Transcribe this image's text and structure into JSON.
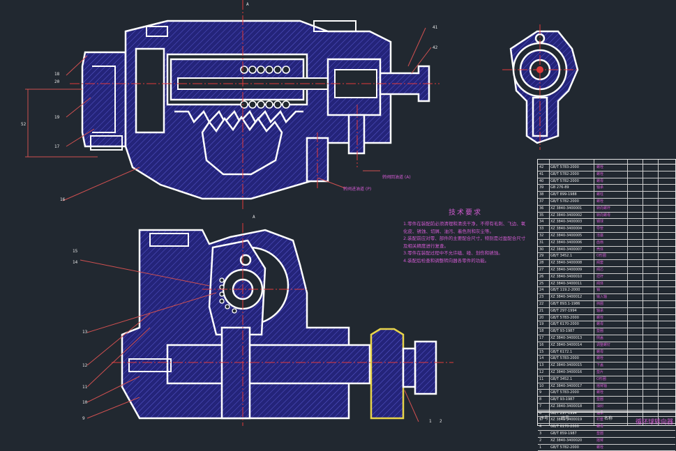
{
  "drawing": {
    "view_marks": [
      "A",
      "A"
    ],
    "labels_left": [
      "18",
      "20",
      "19",
      "17",
      "16",
      "15",
      "14",
      "13",
      "12",
      "11",
      "10",
      "9"
    ],
    "labels_right": [
      "41",
      "42"
    ],
    "labels_bottom": [
      "1",
      "2"
    ],
    "annotations": [
      "转阀回油道 (A)",
      "转阀进油道 (P)"
    ],
    "dimension_label": "52"
  },
  "tech": {
    "title": "技术要求",
    "notes": [
      "1.零件在装配前必须清理和清洗干净，不得有毛刺、飞边、氧化皮、锈蚀、切屑、油污、着色剂和灰尘等。",
      "2.装配前应对零、部件的主要配合尺寸，特别是过盈配合尺寸及相关精度进行复查。",
      "3.零件在装配过程中不允许磕、碰、划伤和锈蚀。",
      "4.装配后检查和调整转向器各零件的功能。"
    ]
  },
  "bom": {
    "rows": [
      {
        "no": "42",
        "code": "GB/T 5783-2000",
        "name": "螺栓"
      },
      {
        "no": "41",
        "code": "GB/T 5782-2000",
        "name": "螺栓"
      },
      {
        "no": "40",
        "code": "GB/T 5782-2000",
        "name": "螺母"
      },
      {
        "no": "39",
        "code": "GB 276-89",
        "name": "轴承"
      },
      {
        "no": "38",
        "code": "GB/T 899-1988",
        "name": "螺柱"
      },
      {
        "no": "37",
        "code": "GB/T 5782-2000",
        "name": "螺栓"
      },
      {
        "no": "36",
        "code": "XZ 3840-3400001",
        "name": "转向螺杆"
      },
      {
        "no": "35",
        "code": "XZ 3840-3400002",
        "name": "转向螺母"
      },
      {
        "no": "34",
        "code": "XZ 3840-3400003",
        "name": "钢球"
      },
      {
        "no": "33",
        "code": "XZ 3840-3400004",
        "name": "导管"
      },
      {
        "no": "32",
        "code": "XZ 3840-3400005",
        "name": "活塞"
      },
      {
        "no": "31",
        "code": "XZ 3840-3400006",
        "name": "齿扇"
      },
      {
        "no": "30",
        "code": "XZ 3840-3400007",
        "name": "壳体"
      },
      {
        "no": "29",
        "code": "GB/T 3452.1",
        "name": "O形圈"
      },
      {
        "no": "28",
        "code": "XZ 3840-3400008",
        "name": "阀套"
      },
      {
        "no": "27",
        "code": "XZ 3840-3400009",
        "name": "阀芯"
      },
      {
        "no": "26",
        "code": "XZ 3840-3400010",
        "name": "扭杆"
      },
      {
        "no": "25",
        "code": "XZ 3840-3400011",
        "name": "阀体"
      },
      {
        "no": "24",
        "code": "GB/T 119.2-2000",
        "name": "销"
      },
      {
        "no": "23",
        "code": "XZ 3840-3400012",
        "name": "输入轴"
      },
      {
        "no": "22",
        "code": "GB/T 893.1-1986",
        "name": "挡圈"
      },
      {
        "no": "21",
        "code": "GB/T 297-1994",
        "name": "轴承"
      },
      {
        "no": "20",
        "code": "GB/T 5783-2000",
        "name": "螺栓"
      },
      {
        "no": "19",
        "code": "GB/T 6170-2000",
        "name": "螺母"
      },
      {
        "no": "18",
        "code": "GB/T 93-1987",
        "name": "垫圈"
      },
      {
        "no": "17",
        "code": "XZ 3840-3400013",
        "name": "侧盖"
      },
      {
        "no": "16",
        "code": "XZ 3840-3400014",
        "name": "调整螺钉"
      },
      {
        "no": "15",
        "code": "GB/T 6172.1",
        "name": "螺母"
      },
      {
        "no": "14",
        "code": "GB/T 5783-2000",
        "name": "螺栓"
      },
      {
        "no": "13",
        "code": "XZ 3840-3400015",
        "name": "下盖"
      },
      {
        "no": "12",
        "code": "XZ 3840-3400016",
        "name": "垫片"
      },
      {
        "no": "11",
        "code": "GB/T 3452.1",
        "name": "O形圈"
      },
      {
        "no": "10",
        "code": "XZ 3840-3400017",
        "name": "摇臂轴"
      },
      {
        "no": "9",
        "code": "GB/T 5783-2000",
        "name": "螺栓"
      },
      {
        "no": "8",
        "code": "GB/T 93-1987",
        "name": "垫圈"
      },
      {
        "no": "7",
        "code": "XZ 3840-3400018",
        "name": "油封"
      },
      {
        "no": "6",
        "code": "GB/T 297-1994",
        "name": "轴承"
      },
      {
        "no": "5",
        "code": "XZ 3840-3400019",
        "name": "衬套"
      },
      {
        "no": "4",
        "code": "GB/T 6170-2000",
        "name": "螺母"
      },
      {
        "no": "3",
        "code": "GB/T 859-1987",
        "name": "垫圈"
      },
      {
        "no": "2",
        "code": "XZ 3840-3400020",
        "name": "摇臂"
      },
      {
        "no": "1",
        "code": "GB/T 5782-2000",
        "name": "螺栓"
      }
    ],
    "title_cells": [
      "序号",
      "代号",
      "名称"
    ],
    "drawing_name": "循环球转向器"
  },
  "colors": {
    "bg": "#212830",
    "line": "#ffffff",
    "hatch": "#3a3aa8",
    "center": "#e23a3a",
    "label": "#d05ad0",
    "leader": "#d05050"
  }
}
